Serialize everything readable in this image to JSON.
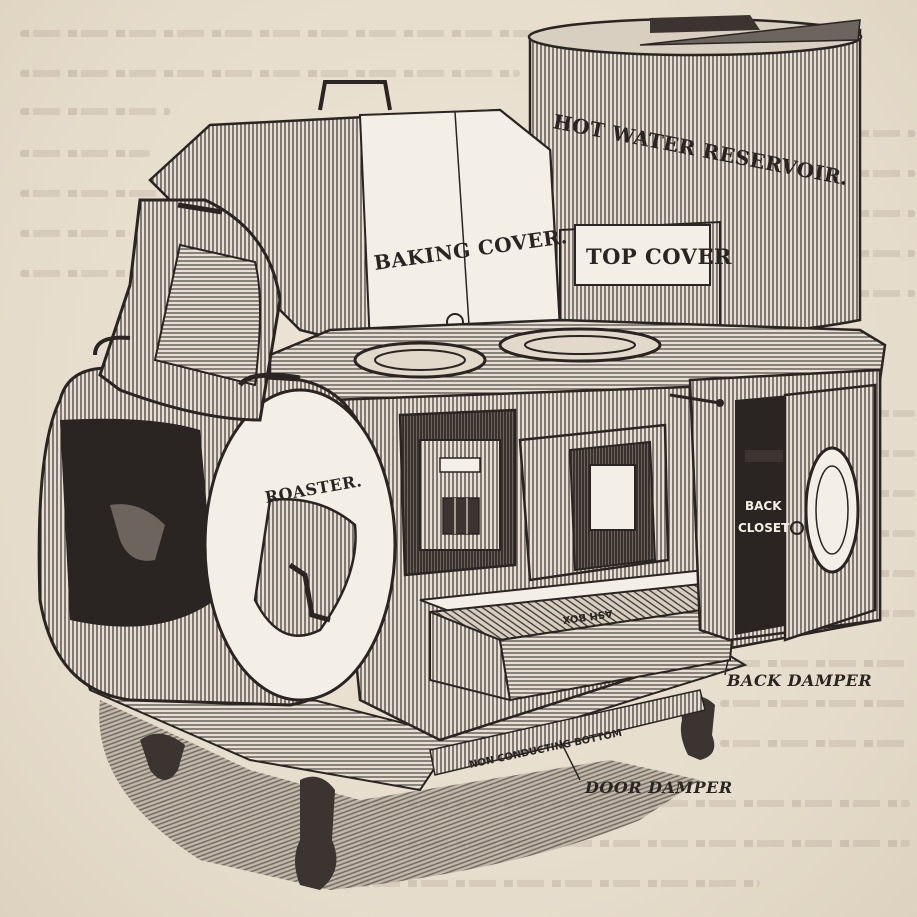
{
  "labels": {
    "hot_water_reservoir": "HOT WATER RESERVOIR.",
    "baking_cover": "BAKING COVER.",
    "top_cover": "TOP COVER",
    "roaster": "ROASTER.",
    "back_closet_line1": "BACK",
    "back_closet_line2": "CLOSET",
    "ash_box": "ASH BOX",
    "non_conducting_bottom": "NON CONDUCTING BOTTOM",
    "back_damper": "BACK DAMPER",
    "door_damper": "DOOR DAMPER"
  },
  "colors": {
    "paper": "#e9e0d1",
    "ink": "#2a2522",
    "metal_dark": "#3b3431",
    "metal_mid": "#6d645e",
    "plate": "#f4efe6"
  }
}
